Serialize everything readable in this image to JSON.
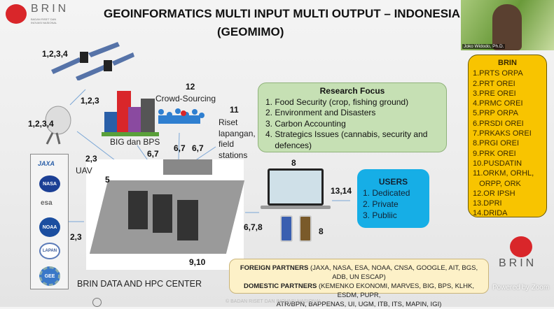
{
  "logo": {
    "name": "BRIN",
    "subtitle": "BADAN RISET DAN INOVASI NASIONAL"
  },
  "title": {
    "line1": "GEOINFORMATICS MULTI INPUT MULTI OUTPUT – INDONESIA",
    "line2": "(GEOMIMO)"
  },
  "video": {
    "participant": "Joko Widodo, Ph.D."
  },
  "brin_list": {
    "heading": "BRIN",
    "items": [
      "1.PRTS ORPA",
      "2.PRT OREI",
      "3.PRE OREI",
      "4.PRMC OREI",
      "5.PRP ORPA",
      "6.PRSDI OREI",
      "7.PRKAKS OREI",
      "8.PRGI OREI",
      "9.PRK OREI",
      "10.PUSDATIN",
      "11.ORKM, ORHL,",
      "   ORPP, ORK",
      "12.OR IPSH",
      "13.DPRI",
      "14.DRIDA"
    ]
  },
  "labels": {
    "satellite": "1,2,3,4",
    "sat_to_dish": "1,2,3",
    "dish": "1,2,3,4",
    "big_bps": "BIG dan BPS",
    "crowd_num": "12",
    "crowd": "Crowd-Sourcing",
    "field_num": "11",
    "field": [
      "Riset",
      "lapangan,",
      "field",
      "stations"
    ],
    "bps_in": "6,7",
    "crowd_in": "6,7",
    "field_in": "6,7",
    "uav_num": "2,3",
    "uav": "UAV",
    "five": "5",
    "agency_in": "2,3",
    "dc_bottom": "9,10",
    "dc_title": "BRIN DATA AND HPC CENTER",
    "dc_out": "6,7,8",
    "laptop_num": "8",
    "phone_num": "8",
    "users_in": "13,14"
  },
  "research_focus": {
    "heading": "Research Focus",
    "items": [
      "1. Food Security (crop, fishing ground)",
      "2. Environment and Disasters",
      "3. Carbon Accounting",
      "4. Strategics Issues (cannabis, security and",
      "    defences)"
    ]
  },
  "users": {
    "heading": "USERS",
    "items": [
      "1. Dedicated",
      "2. Private",
      "3. Publiic"
    ]
  },
  "partners": {
    "foreign_label": "FOREIGN PARTNERS",
    "foreign": " (JAXA, NASA, ESA, NOAA, CNSA, GOOGLE, AIT, BGS, ADB, UN ESCAP)",
    "domestic_label": "DOMESTIC PARTNERS",
    "domestic": " (KEMENKO EKONOMI, MARVES, BIG, BPS, KLHK, ESDM, PUPR,",
    "domestic2": "ATR/BPN, BAPPENAS, UI, UGM, ITB, ITS, MAPIN, IGI)"
  },
  "agencies": [
    "JAXA",
    "NASA",
    "esa",
    "NOAA",
    "LAPAN",
    "GEE"
  ],
  "footer": {
    "copyright": "© BADAN RISET DAN INOVASI NASIONAL",
    "powered": "Powered by Zoom"
  },
  "colors": {
    "brin_red": "#d9262a",
    "yellow": "#f8c400",
    "green": "#c6e0b4",
    "blue": "#16aee6"
  }
}
